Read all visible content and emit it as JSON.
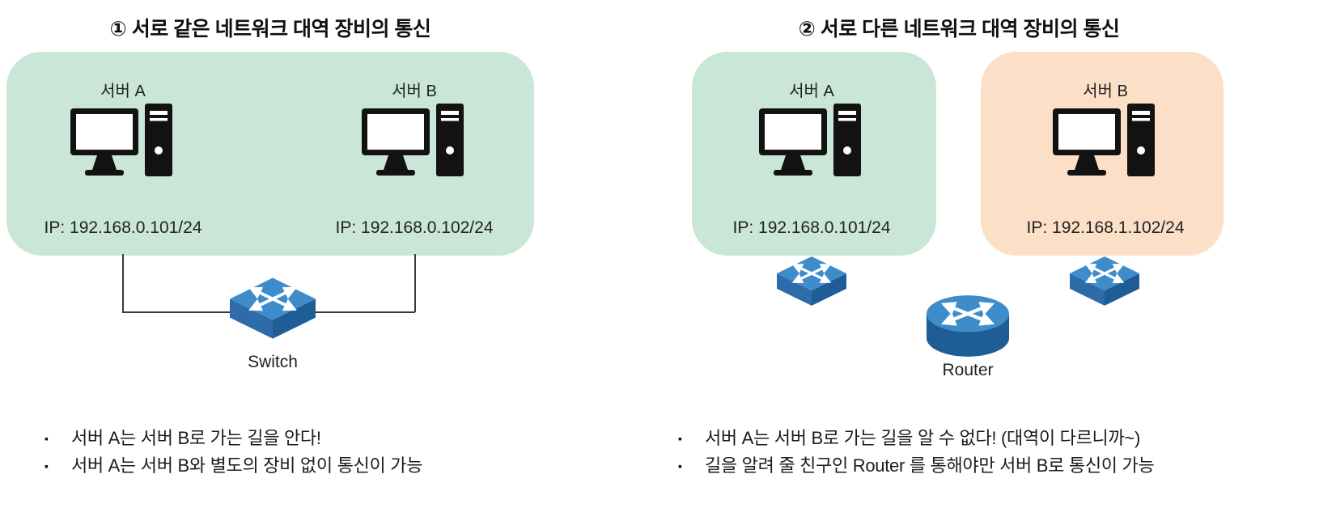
{
  "colors": {
    "same_network_zone": "#c9e6d6",
    "different_network_zone": "#fbdfc7",
    "device_top": "#3f8ccb",
    "device_side_light": "#2d6ca8",
    "device_side_dark": "#1f5d97",
    "line": "#3a3a3a",
    "text": "#1c1c1c"
  },
  "icons": {
    "bullet": "▪",
    "computer": "computer-icon",
    "switch": "switch-icon",
    "router": "router-icon"
  },
  "left_panel": {
    "title": "① 서로 같은 네트워크 대역 장비의 통신",
    "servers": [
      {
        "label": "서버 A",
        "ip": "IP: 192.168.0.101/24"
      },
      {
        "label": "서버 B",
        "ip": "IP: 192.168.0.102/24"
      }
    ],
    "device_label": "Switch",
    "notes": [
      "서버 A는 서버 B로 가는 길을 안다!",
      "서버 A는 서버 B와 별도의 장비 없이 통신이 가능"
    ]
  },
  "right_panel": {
    "title": "② 서로 다른 네트워크 대역 장비의 통신",
    "servers": [
      {
        "label": "서버 A",
        "ip": "IP: 192.168.0.101/24"
      },
      {
        "label": "서버 B",
        "ip": "IP: 192.168.1.102/24"
      }
    ],
    "device_label": "Router",
    "notes": [
      "서버 A는 서버 B로 가는 길을 알 수 없다! (대역이 다르니까~)",
      "길을 알려 줄 친구인 Router 를 통해야만 서버 B로 통신이 가능"
    ]
  }
}
